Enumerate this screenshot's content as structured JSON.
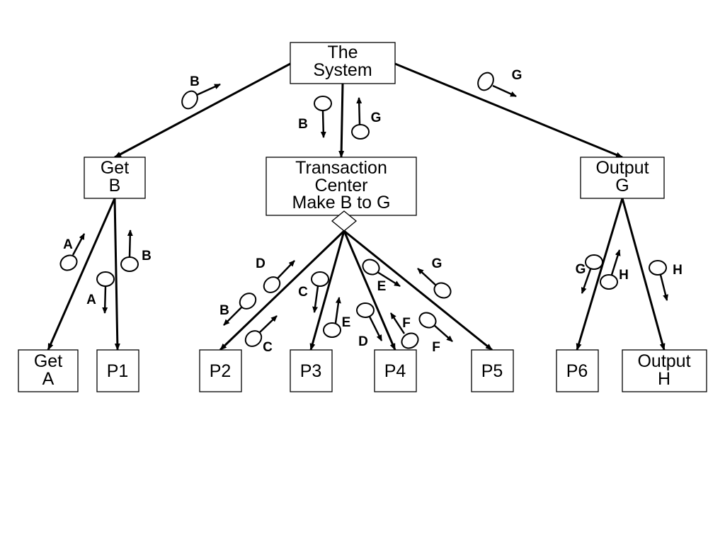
{
  "title": "",
  "nodes": {
    "system": [
      "The",
      "System"
    ],
    "get_b": [
      "Get",
      "B"
    ],
    "transaction": [
      "Transaction",
      "Center",
      "Make B to G"
    ],
    "output_g": [
      "Output",
      "G"
    ],
    "get_a": [
      "Get",
      "A"
    ],
    "p1": [
      "P1"
    ],
    "p2": [
      "P2"
    ],
    "p3": [
      "P3"
    ],
    "p4": [
      "P4"
    ],
    "p5": [
      "P5"
    ],
    "p6": [
      "P6"
    ],
    "output_h": [
      "Output",
      "H"
    ]
  },
  "edges": [
    {
      "from": "system",
      "to": "get_b"
    },
    {
      "from": "system",
      "to": "transaction"
    },
    {
      "from": "system",
      "to": "output_g"
    },
    {
      "from": "get_b",
      "to": "get_a"
    },
    {
      "from": "get_b",
      "to": "p1"
    },
    {
      "from": "transaction",
      "to": "p2"
    },
    {
      "from": "transaction",
      "to": "p3"
    },
    {
      "from": "transaction",
      "to": "p4"
    },
    {
      "from": "transaction",
      "to": "p5"
    },
    {
      "from": "output_g",
      "to": "p6"
    },
    {
      "from": "output_g",
      "to": "output_h"
    }
  ],
  "flags": {
    "f1": "B",
    "f2": "B",
    "f3": "G",
    "f4": "G",
    "f5": "A",
    "f6": "A",
    "f7": "B",
    "f8": "D",
    "f9": "B",
    "f10": "C",
    "f11": "C",
    "f12": "E",
    "f13": "D",
    "f14": "E",
    "f15": "F",
    "f16": "G",
    "f17": "F",
    "f18": "G",
    "f19": "H",
    "f20": "H"
  }
}
